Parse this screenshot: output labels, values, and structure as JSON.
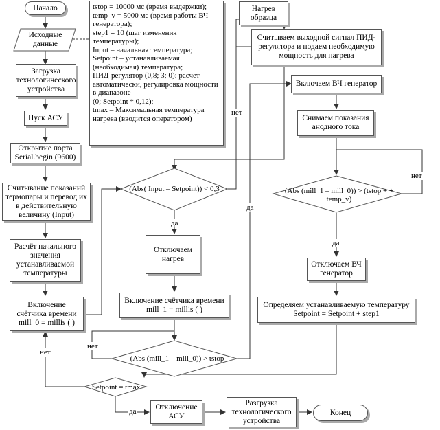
{
  "nodes": {
    "start": "Начало",
    "input_data": "Исходные данные",
    "load_device": "Загрузка технологического устройства",
    "start_asu": "Пуск АСУ",
    "open_port": "Открытие порта Serial.begin (9600)",
    "read_thermo": "Считывание показаний термопары и перевод их в действительную величину (Input)",
    "calc_setpoint": "Расчёт начального значения устанавливаемой температуры",
    "timer_mill0": "Включение счётчика времени mill_0 = millis ( )",
    "heating": "Нагрев образца",
    "pid_output": "Считываем выходной сигнал ПИД-регулятора и подаем необходимую мощность для нагрева",
    "cond_input": "(Abs( Input – Setpoint)) < 0,3",
    "heat_off": "Отключаем нагрев",
    "timer_mill1": "Включение счётчика времени mill_1 = millis ( )",
    "cond_mill1": "(Abs (mill_1 – mill_0)) > tstop",
    "hf_on": "Включаем ВЧ генератор",
    "read_anode": "Снимаем показания анодного тока",
    "cond_temp_v": "(Abs (mill_1 – mill_0)) > (tstop + + temp_v)",
    "hf_off": "Отключаем ВЧ генератор",
    "new_setpoint": "Определяем устанавливаемую температуру Setpoint = Setpoint + step1",
    "cond_tmax": "Setpoint = tmax",
    "asu_off": "Отключение АСУ",
    "unload_device": "Разгрузка технологического устройства",
    "end": "Конец"
  },
  "note": "tstop = 10000 мс (время выдержки);\ntemp_v = 5000 мс (время работы ВЧ генератора);\nstep1 = 10 (шаг изменения температуры);\nInput – начальная температура;\nSetpoint – устанавливаемая (необходимая) температура;\nПИД-регулятор (0,8; 3; 0): расчёт автоматически, регулировка мощности в диапазоне\n(0; Setpoint * 0,12);\ntmax – Максимальная температура нагрева (вводится оператором)",
  "labels": {
    "no": "нет",
    "yes": "да"
  }
}
